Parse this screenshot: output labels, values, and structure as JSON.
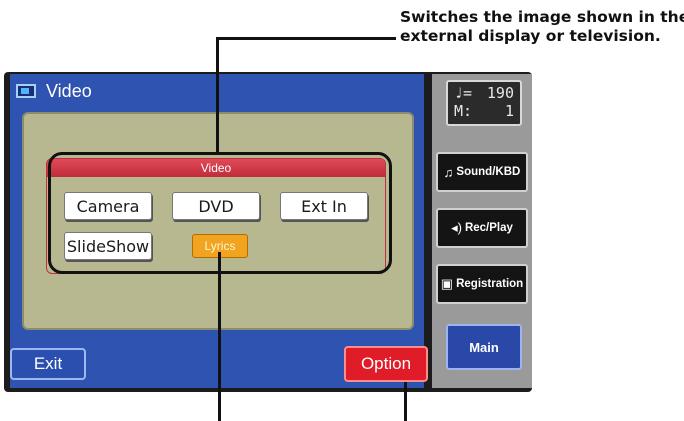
{
  "annotation": {
    "line1": "Switches the image shown in the",
    "line2": "external display or television."
  },
  "window": {
    "title": "Video"
  },
  "video_group": {
    "header": "Video",
    "buttons": {
      "camera": "Camera",
      "dvd": "DVD",
      "ext_in": "Ext In",
      "slideshow": "SlideShow",
      "lyrics": "Lyrics"
    }
  },
  "footer": {
    "exit_label": "Exit",
    "option_label": "Option"
  },
  "side": {
    "tempo_value": "190",
    "measure_label": "M:",
    "measure_value": "1",
    "buttons": {
      "sound_kbd": "Sound/KBD",
      "rec_play": "Rec/Play",
      "registration": "Registration",
      "main": "Main"
    }
  },
  "colors": {
    "screen_blue": "#2f53b0",
    "panel_olive": "#b8b890",
    "option_red": "#e01c28",
    "lyrics_orange": "#f2a320"
  }
}
